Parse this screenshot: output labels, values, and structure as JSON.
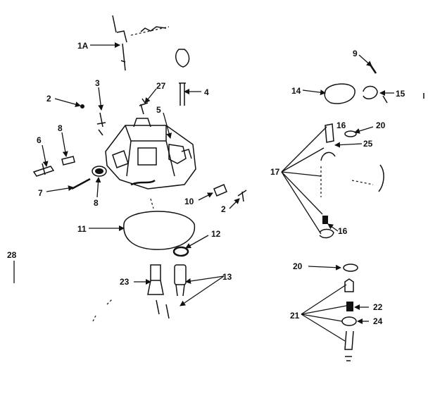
{
  "diagram": {
    "colors": {
      "ink": "#111111",
      "background": "#ffffff"
    },
    "labels": {
      "l_1a": "1A",
      "l_2a": "2",
      "l_3": "3",
      "l_27": "27",
      "l_4": "4",
      "l_5": "5",
      "l_6": "6",
      "l_8a": "8",
      "l_7": "7",
      "l_8b": "8",
      "l_10": "10",
      "l_2b": "2",
      "l_11": "11",
      "l_12": "12",
      "l_13": "13",
      "l_23": "23",
      "l_28": "28",
      "l_9": "9",
      "l_14": "14",
      "l_15": "15",
      "l_16a": "16",
      "l_20a": "20",
      "l_25": "25",
      "l_17": "17",
      "l_16b": "16",
      "l_20b": "20",
      "l_21": "21",
      "l_22": "22",
      "l_24": "24"
    }
  }
}
